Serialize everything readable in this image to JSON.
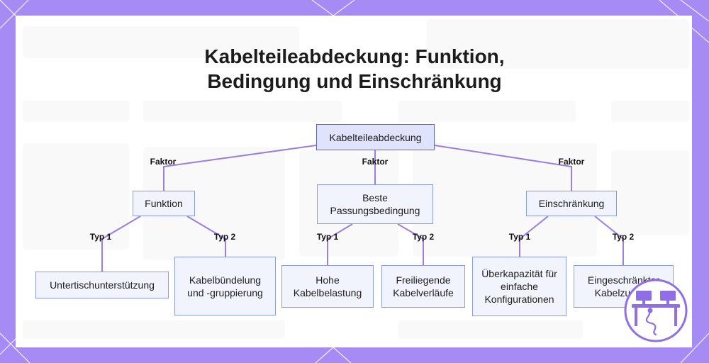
{
  "title": {
    "line1": "Kabelteileabdeckung: Funktion,",
    "line2": "Bedingung und Einschränkung"
  },
  "nodes": {
    "root": "Kabelteileabdeckung",
    "funktion": "Funktion",
    "bedingung": "Beste Passungsbedingung",
    "einschraenkung": "Einschränkung",
    "untertisch": "Untertischunterstützung",
    "buendelung": "Kabelbündelung und -gruppierung",
    "belastung": "Hohe Kabelbelastung",
    "freiliegend": "Freiliegende Kabelverläufe",
    "ueberkapazitaet": "Überkapazität für einfache Konfigurationen",
    "zugang": "Eingeschränkter Kabelzugang"
  },
  "edge_labels": {
    "faktor_left": "Faktor",
    "faktor_center": "Faktor",
    "faktor_right": "Faktor",
    "typ1_funktion": "Typ 1",
    "typ2_funktion": "Typ 2",
    "typ1_bedingung": "Typ 1",
    "typ2_bedingung": "Typ 2",
    "typ1_einschraenkung": "Typ 1",
    "typ2_einschraenkung": "Typ 2"
  },
  "colors": {
    "frame": "#a78bf5",
    "edge": "#9b7fe0",
    "node_border": "#8a9be0",
    "node_fill": "#f1f3fd",
    "root_fill": "#dfe3fb",
    "logo": "#8f6fe8"
  },
  "icons": [
    "desk-cable-logo-icon"
  ]
}
